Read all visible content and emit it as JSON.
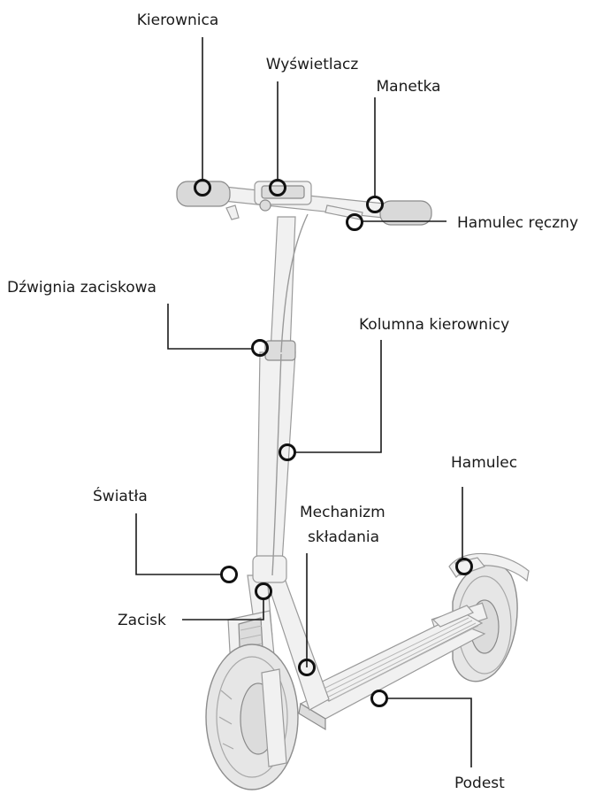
{
  "labels": {
    "kierownica": "Kierownica",
    "wyswietlacz": "Wyświetlacz",
    "manetka": "Manetka",
    "hamulec_reczny": "Hamulec ręczny",
    "dzwignia_zaciskowa": "Dźwignia zaciskowa",
    "kolumna_kierownicy": "Kolumna kierownicy",
    "hamulec": "Hamulec",
    "swiatla": "Światła",
    "mechanizm_skladania_line1": "Mechanizm",
    "mechanizm_skladania_line2": "składania",
    "zacisk": "Zacisk",
    "podest": "Podest"
  },
  "colors": {
    "text": "#1a1a1a",
    "marker": "#111111",
    "scooter_body": "#f1f1f1",
    "scooter_outline": "#9a9a9a"
  }
}
